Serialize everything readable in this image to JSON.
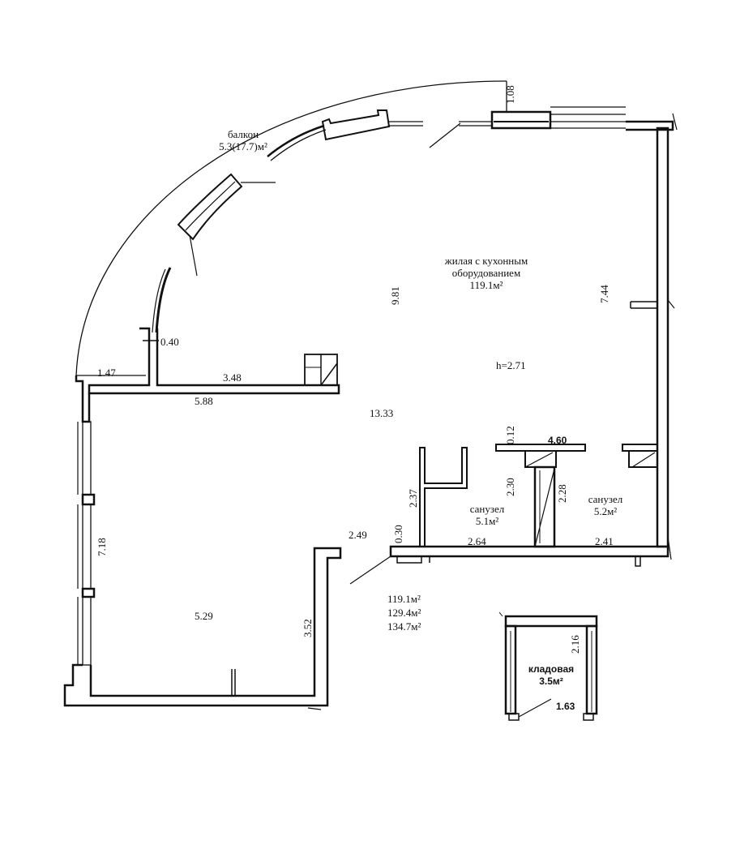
{
  "rooms": {
    "balcony": {
      "name": "балкон",
      "area": "5.3(17.7)м²"
    },
    "living": {
      "name_line1": "жилая  с кухонным",
      "name_line2": "оборудованием",
      "area": "119.1м²"
    },
    "bath1": {
      "name": "санузел",
      "area": "5.1м²"
    },
    "bath2": {
      "name": "санузел",
      "area": "5.2м²"
    },
    "storage": {
      "name": "кладовая",
      "area": "3.5м²"
    }
  },
  "ceiling_height": "h=2.71",
  "totals": [
    "119.1м²",
    "129.4м²",
    "134.7м²"
  ],
  "dimensions": {
    "d_108": "1.08",
    "d_040": "0.40",
    "d_147": "1.47",
    "d_348": "3.48",
    "d_588": "5.88",
    "d_981": "9.81",
    "d_744": "7.44",
    "d_1333": "13.33",
    "d_012": "0.12",
    "d_460": "4.60",
    "d_230": "2.30",
    "d_228": "2.28",
    "d_237": "2.37",
    "d_030": "0.30",
    "d_249": "2.49",
    "d_264": "2.64",
    "d_241": "2.41",
    "d_718": "7.18",
    "d_529": "5.29",
    "d_352": "3.52",
    "d_216": "2.16",
    "d_163": "1.63"
  }
}
